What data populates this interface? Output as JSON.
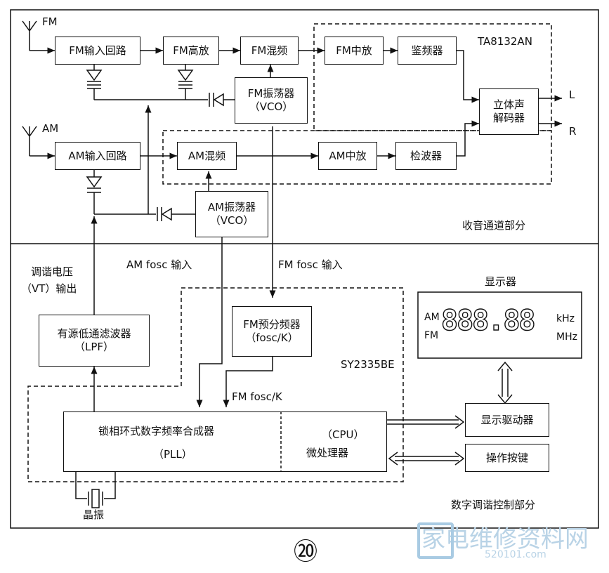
{
  "blocks": {
    "fm_input": "FM输入回路",
    "fm_rf_amp": "FM高放",
    "fm_mixer": "FM混频",
    "fm_if_amp": "FM中放",
    "fm_discriminator": "鉴频器",
    "fm_vco_line1": "FM振荡器",
    "fm_vco_line2": "（VCO）",
    "stereo_decoder_line1": "立体声",
    "stereo_decoder_line2": "解码器",
    "am_input": "AM输入回路",
    "am_mixer": "AM混频",
    "am_if_amp": "AM中放",
    "am_detector": "检波器",
    "am_vco_line1": "AM振荡器",
    "am_vco_line2": "（VCO）",
    "lpf_line1": "有源低通滤波器",
    "lpf_line2": "（LPF）",
    "fm_prescaler_line1": "FM预分频器",
    "fm_prescaler_line2": "（fosc/K）",
    "pll_line1": "锁相环式数字频率合成器",
    "pll_line2": "（PLL）",
    "cpu_line1": "（CPU）",
    "cpu_line2": "微处理器",
    "display_driver": "显示驱动器",
    "keypad": "操作按键"
  },
  "labels": {
    "fm_antenna": "FM",
    "am_antenna": "AM",
    "chip_ta": "TA8132AN",
    "chip_sy": "SY2335BE",
    "out_left": "L",
    "out_right": "R",
    "receiver_section": "收音通道部分",
    "tuning_section": "数字调谐控制部分",
    "tuning_voltage_line1": "调谐电压",
    "tuning_voltage_line2": "（VT）输出",
    "am_fosc_input": "AM fosc 输入",
    "fm_fosc_input": "FM fosc 输入",
    "fm_fosc_k": "FM fosc/K",
    "display_title": "显示器",
    "crystal": "晶振",
    "page_number": "⑳"
  },
  "display": {
    "am_tag": "AM",
    "fm_tag": "FM",
    "digits": "888.88",
    "unit_khz": "kHz",
    "unit_mhz": "MHz"
  },
  "watermark": {
    "site": "520101.com",
    "brand": "家电维修资料网",
    "url": "www.520101.com"
  }
}
